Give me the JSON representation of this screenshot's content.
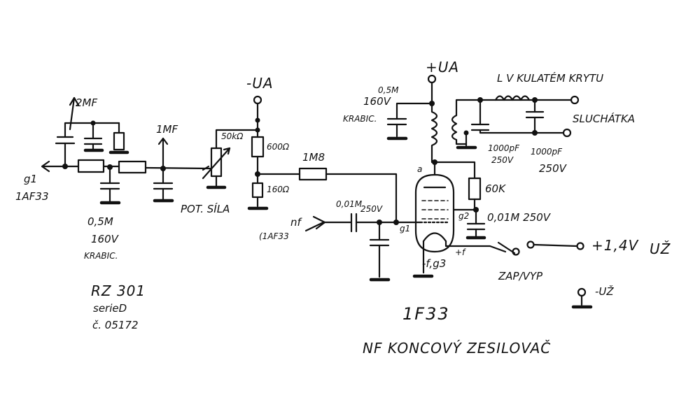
{
  "labels": {
    "g1_left": "g1",
    "af33_left": "1AF33",
    "mf2": "2MF",
    "mf1": "1MF",
    "cap_05m_left": "0,5M",
    "v160_left": "160V",
    "krabic_left": "KRABIC.",
    "pot_sila": "POT. SÍLA",
    "minus_ua": "-UA",
    "r_50k": "50kΩ",
    "r_600": "600Ω",
    "r_1m8": "1M8",
    "r_160": "160Ω",
    "nf_in": "nf",
    "af33_in": "(1AF33",
    "cap_001m_in": "0,01M",
    "v250_in": "250V",
    "g1_tube": "g1",
    "plus_ua": "+UA",
    "cap_05m_top": "0,5M",
    "v160_top": "160V",
    "krabic_top": "KRABIC.",
    "inductor_note": "L  V KULATÉM KRYTU",
    "sluchatka": "SLUCHÁTKA",
    "cap_1000pf_a": "1000pF",
    "v250_a": "250V",
    "cap_1000pf_b": "1000pF",
    "v250_b": "250V",
    "anode": "a",
    "r_60k": "60K",
    "g2": "g2",
    "cap_001m_g2": "0,01M 250V",
    "g3": "-f,g3",
    "plus_f": "+f",
    "plus_14v": "+1,4V",
    "uz_top": "UŽ",
    "zap_vyp": "ZAP/VYP",
    "minus_uz": "-UŽ",
    "rz301": "RZ 301",
    "serie": "serieD",
    "cislo": "č. 05172",
    "tube": "1F33",
    "title": "NF KONCOVÝ ZESILOVAČ"
  }
}
